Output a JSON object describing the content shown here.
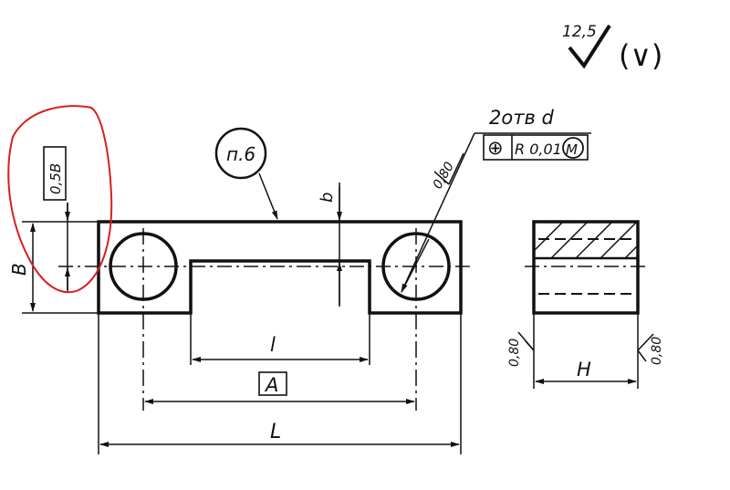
{
  "roughness": {
    "value": "12,5",
    "suffix": "(∨)"
  },
  "note_ref": "п.6",
  "holes_callout": "2отв d",
  "position_tolerance": {
    "symbol": "⊕",
    "value": "R 0,01",
    "modifier": "M"
  },
  "roughness_local": "0,80",
  "dimensions": {
    "b": "b",
    "B": "B",
    "half_B_box": "0,5B",
    "l": "l",
    "A": "A",
    "L": "L",
    "H": "H"
  },
  "highlight_color": "#d62020"
}
